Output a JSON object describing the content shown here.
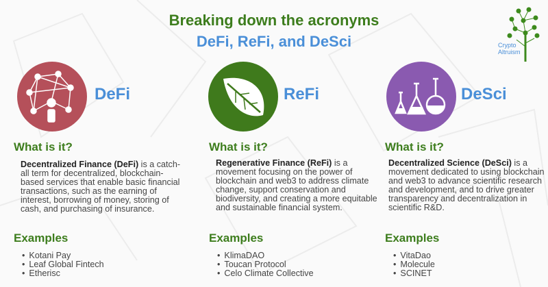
{
  "title": "Breaking down the acronyms",
  "subtitle": "DeFi, ReFi, and DeSci",
  "logo": {
    "text_line1": "Crypto",
    "text_line2": "Altruism"
  },
  "heading_label": "What is it?",
  "examples_label": "Examples",
  "colors": {
    "green": "#3d7d1d",
    "blue": "#4a8fd8",
    "defi": "#b5505a",
    "refi": "#3f7a1c",
    "desci": "#8a5ab0"
  },
  "columns": [
    {
      "acronym": "DeFi",
      "term": "Decentralized Finance (DeFi)",
      "desc": " is a catch-all term for decentralized, blockchain-based services that enable basic financial transactions, such as the earning of interest, borrowing of money, storing of cash, and purchasing of insurance.",
      "examples": [
        "Kotani Pay",
        "Leaf Global Fintech",
        "Etherisc"
      ]
    },
    {
      "acronym": "ReFi",
      "term": "Regenerative Finance (ReFi)",
      "desc": " is a movement focusing on the power of blockchain and web3 to address climate change, support conservation and biodiversity, and creating a more equitable and sustainable financial system.",
      "examples": [
        "KlimaDAO",
        "Toucan Protocol",
        "Celo Climate Collective"
      ]
    },
    {
      "acronym": "DeSci",
      "term": "Decentralized Science (DeSci)",
      "desc": " is a movement dedicated to using blockchain and web3 to advance scientific research and development, and to drive greater transparency and decentralization in scientific R&D.",
      "examples": [
        "VitaDao",
        "Molecule",
        "SCINET"
      ]
    }
  ]
}
